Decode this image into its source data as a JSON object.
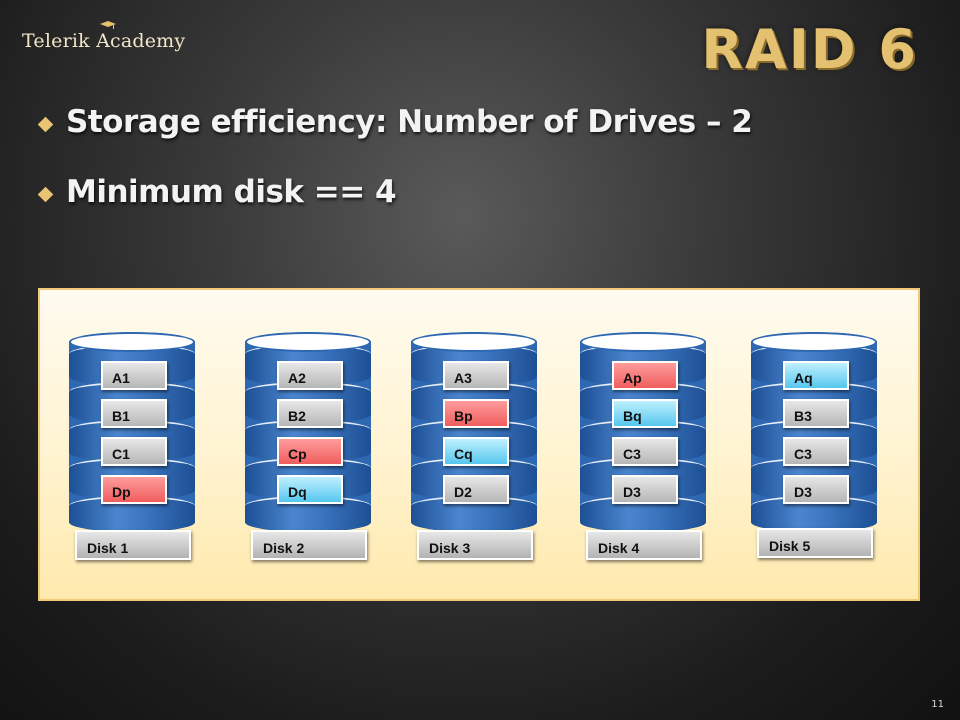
{
  "logo": {
    "text": "Telerik Academy",
    "icon": "graduation-cap-icon"
  },
  "title": "RAID 6",
  "bullets": [
    "Storage efficiency: Number of Drives – 2",
    "Minimum disk == 4"
  ],
  "diagram": {
    "disks": [
      {
        "label": "Disk 1",
        "blocks": [
          {
            "text": "A1",
            "kind": "data"
          },
          {
            "text": "B1",
            "kind": "data"
          },
          {
            "text": "C1",
            "kind": "data"
          },
          {
            "text": "Dp",
            "kind": "parity-p"
          }
        ]
      },
      {
        "label": "Disk 2",
        "blocks": [
          {
            "text": "A2",
            "kind": "data"
          },
          {
            "text": "B2",
            "kind": "data"
          },
          {
            "text": "Cp",
            "kind": "parity-p"
          },
          {
            "text": "Dq",
            "kind": "parity-q"
          }
        ]
      },
      {
        "label": "Disk 3",
        "blocks": [
          {
            "text": "A3",
            "kind": "data"
          },
          {
            "text": "Bp",
            "kind": "parity-p"
          },
          {
            "text": "Cq",
            "kind": "parity-q"
          },
          {
            "text": "D2",
            "kind": "data"
          }
        ]
      },
      {
        "label": "Disk 4",
        "blocks": [
          {
            "text": "Ap",
            "kind": "parity-p"
          },
          {
            "text": "Bq",
            "kind": "parity-q"
          },
          {
            "text": "C3",
            "kind": "data"
          },
          {
            "text": "D3",
            "kind": "data"
          }
        ]
      },
      {
        "label": "Disk 5",
        "blocks": [
          {
            "text": "Aq",
            "kind": "parity-q"
          },
          {
            "text": "B3",
            "kind": "data"
          },
          {
            "text": "C3",
            "kind": "data"
          },
          {
            "text": "D3",
            "kind": "data"
          }
        ]
      }
    ],
    "colors": {
      "data": "#c8c8c8",
      "parity-p": "#f36b6b",
      "parity-q": "#63cdf0",
      "disk": "#2e68b2",
      "panel": "#fff3cf"
    }
  },
  "page_number": "11"
}
